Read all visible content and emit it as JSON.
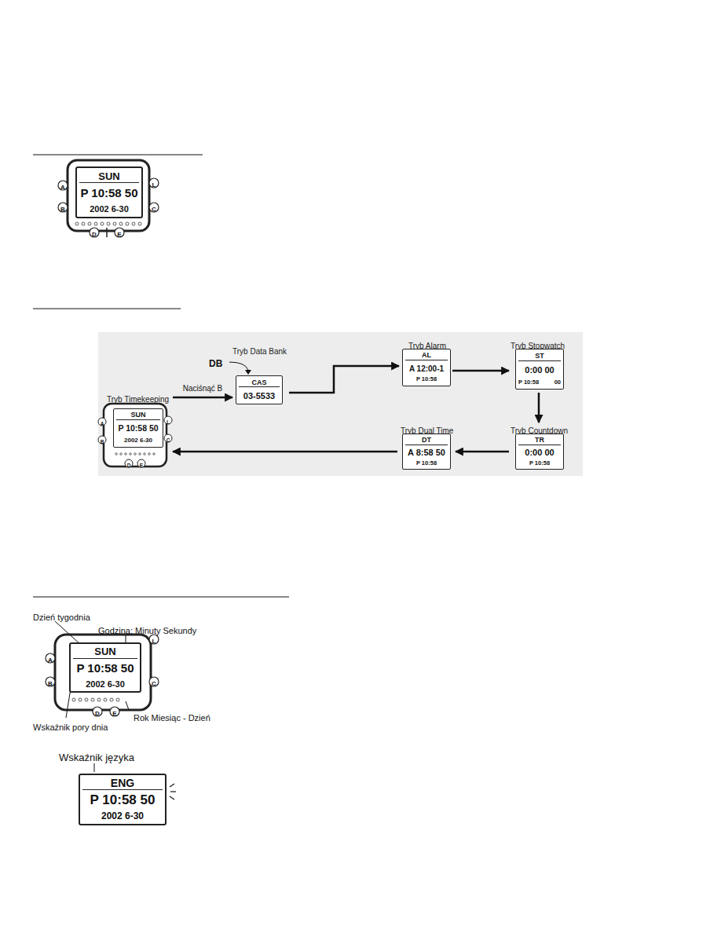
{
  "diagram": {
    "nodes": [
      {
        "text": [
          "SUN",
          "P 10:58 50",
          "2002 6-30"
        ]
      },
      {
        "text": [
          "Tryb Timekeeping",
          "SUN",
          "P 10:58 50",
          "2002 6-30"
        ]
      },
      {
        "text": [
          "Tryb Data Bank",
          "CAS",
          "03-5533"
        ]
      },
      {
        "text": [
          "Tryb Alarm",
          "AL",
          "A 12:00-1",
          "P 10:58"
        ]
      },
      {
        "text": [
          "Tryb Stopwatch",
          "ST",
          "0:00 00",
          "P 10:58",
          "00"
        ]
      },
      {
        "text": [
          "Tryb Countdown",
          "TR",
          "0:00 00",
          "P 10:58"
        ]
      },
      {
        "text": [
          "Tryb Dual Time",
          "DT",
          "A 8:58 50",
          "P 10:58"
        ]
      },
      {
        "text": [
          "SUN",
          "P 10:58 50",
          "2002 6-30"
        ]
      },
      {
        "text": [
          "ENG",
          "P 10:58 50",
          "2002 6-30"
        ]
      }
    ],
    "edges": [
      {
        "from": 1,
        "to": 2,
        "arrow": "to",
        "label": "Naciśnąć B"
      },
      {
        "from": 2,
        "to": 3,
        "arrow": "to"
      },
      {
        "from": 3,
        "to": 4,
        "arrow": "to"
      },
      {
        "from": 4,
        "to": 5,
        "arrow": "to"
      },
      {
        "from": 5,
        "to": 6,
        "arrow": "to"
      },
      {
        "from": 6,
        "to": 1,
        "arrow": "to"
      }
    ],
    "labels": [
      "A",
      "B",
      "L",
      "C",
      "D",
      "E",
      "A",
      "B",
      "L",
      "C",
      "D",
      "E",
      "DB",
      "A",
      "B",
      "L",
      "C",
      "D",
      "E",
      "Dzień tygodnia",
      "Godzina: Minuty Sekundy",
      "Wskaźnik pory dnia",
      "Rok Miesiąc - Dzień",
      "Wskaźnik języka"
    ]
  }
}
